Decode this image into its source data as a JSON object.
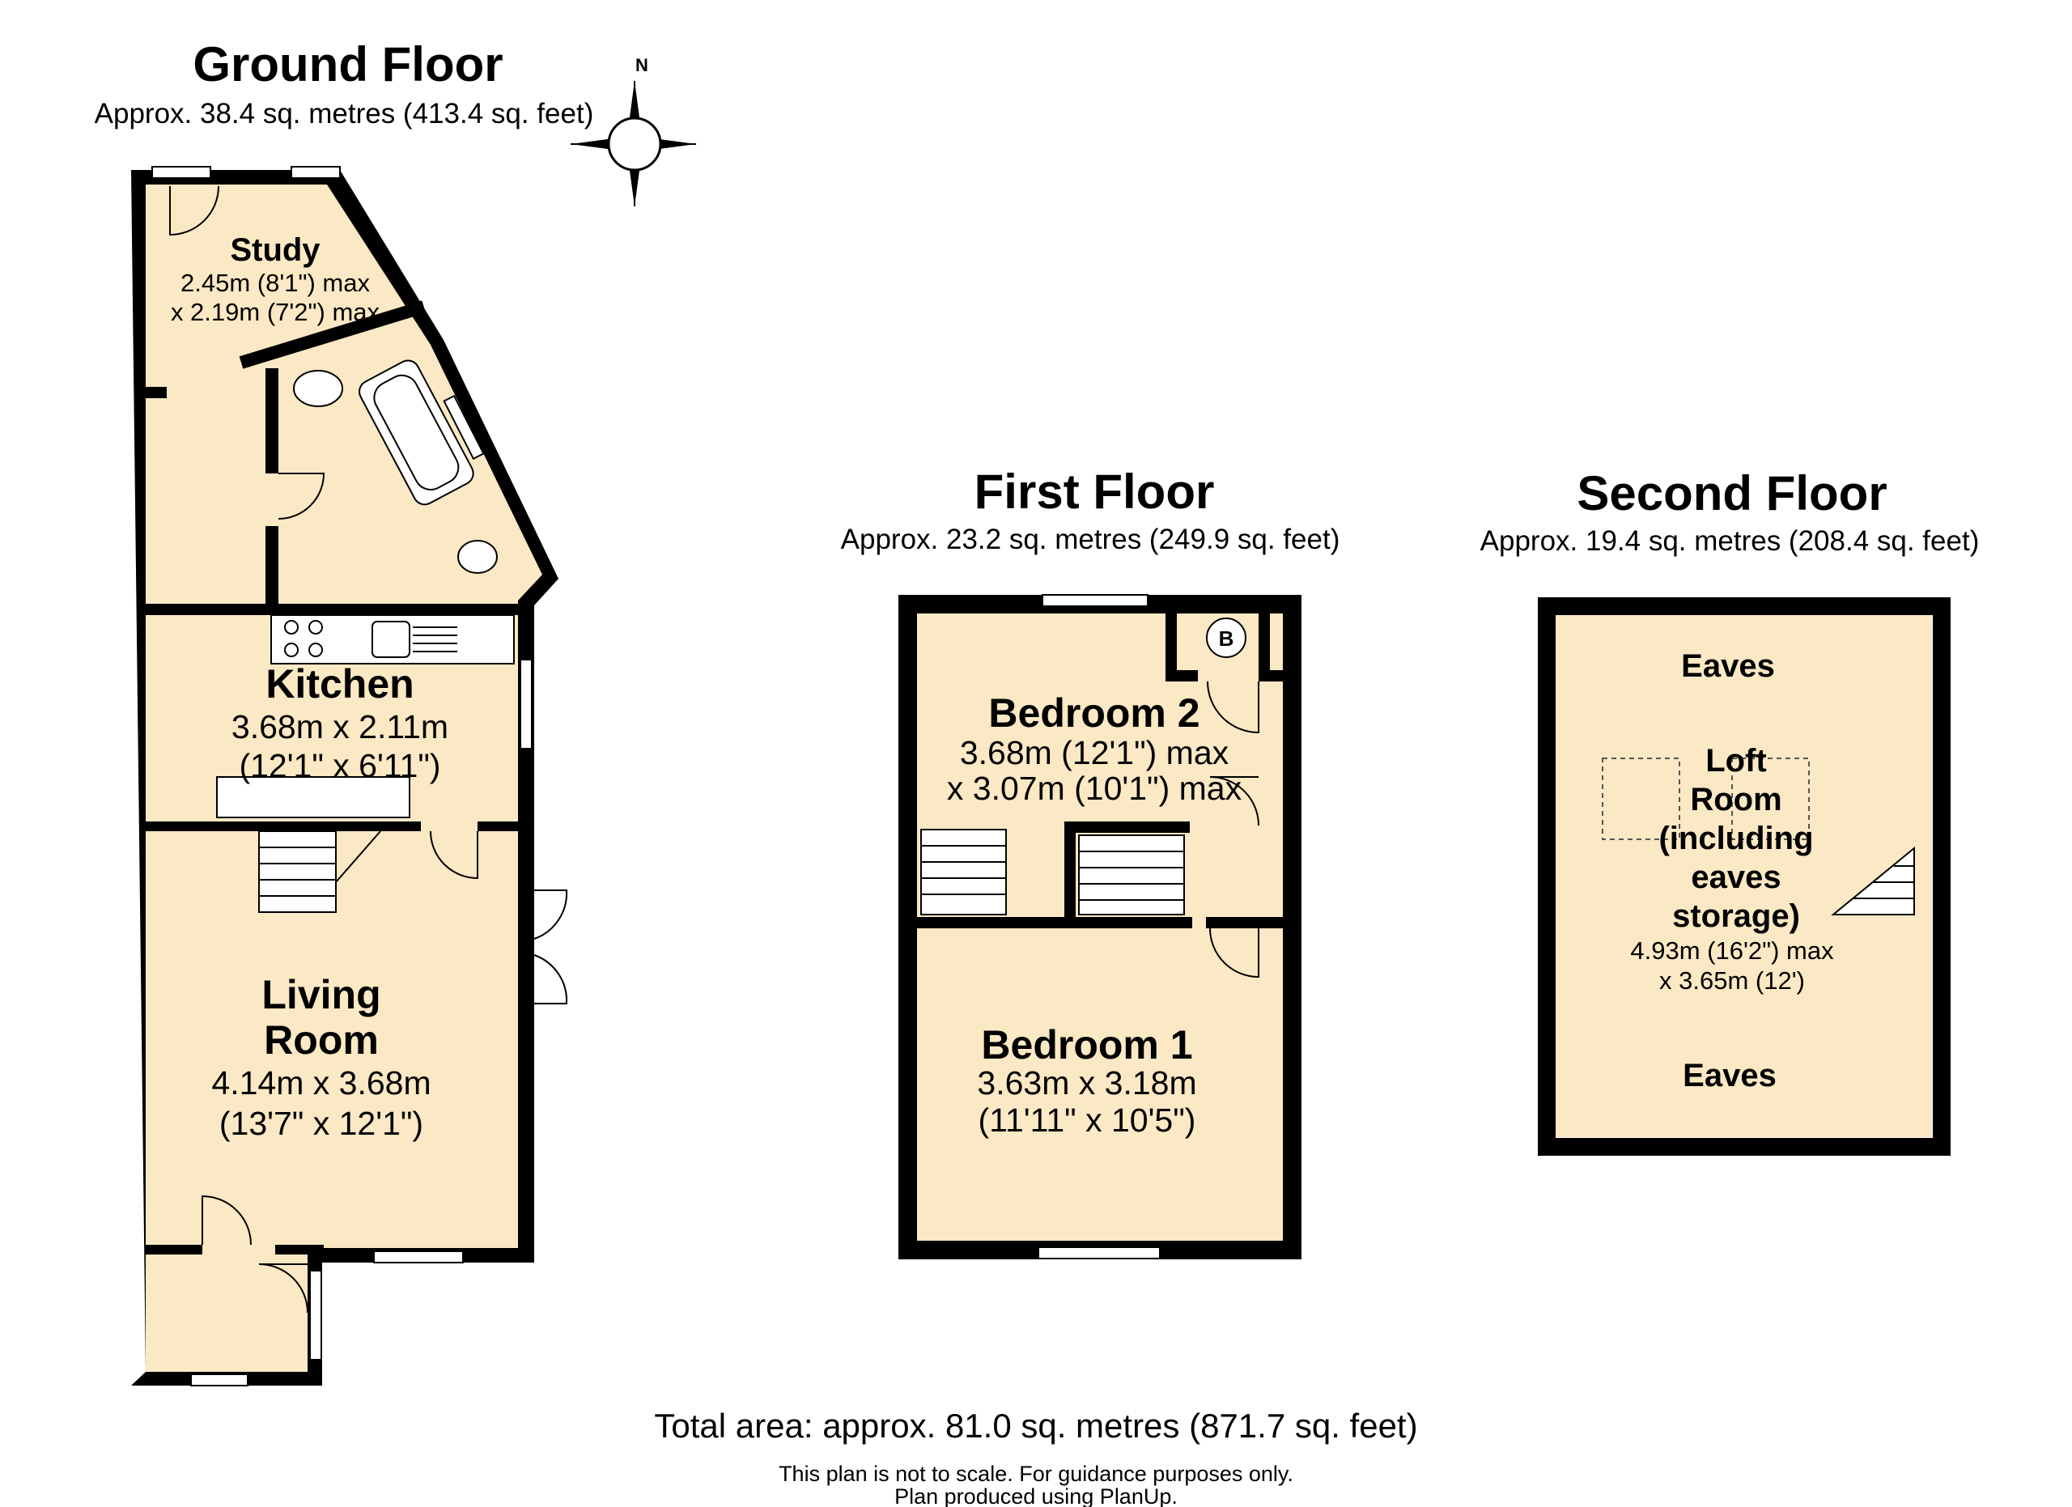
{
  "ground_floor": {
    "title": "Ground Floor",
    "area": "Approx. 38.4 sq. metres (413.4 sq. feet)",
    "rooms": {
      "study": {
        "name": "Study",
        "dim1": "2.45m (8'1\") max",
        "dim2": "x 2.19m (7'2\") max"
      },
      "kitchen": {
        "name": "Kitchen",
        "dim1": "3.68m x 2.11m",
        "dim2": "(12'1\" x 6'11\")"
      },
      "living_room": {
        "name1": "Living",
        "name2": "Room",
        "dim1": "4.14m x 3.68m",
        "dim2": "(13'7\" x 12'1\")"
      }
    }
  },
  "first_floor": {
    "title": "First Floor",
    "area": "Approx. 23.2 sq. metres (249.9 sq. feet)",
    "boiler_label": "B",
    "rooms": {
      "bedroom2": {
        "name": "Bedroom 2",
        "dim1": "3.68m (12'1\") max",
        "dim2": "x 3.07m (10'1\") max"
      },
      "bedroom1": {
        "name": "Bedroom 1",
        "dim1": "3.63m x 3.18m",
        "dim2": "(11'11\" x 10'5\")"
      }
    }
  },
  "second_floor": {
    "title": "Second Floor",
    "area": "Approx. 19.4 sq. metres (208.4 sq. feet)",
    "eaves_top": "Eaves",
    "eaves_bottom": "Eaves",
    "loft": {
      "name_lines": [
        "Loft",
        "Room",
        "(including",
        "eaves",
        "storage)"
      ],
      "dim1": "4.93m (16'2\") max",
      "dim2": "x 3.65m (12')"
    }
  },
  "compass": {
    "label": "N"
  },
  "total_area": "Total area: approx. 81.0 sq. metres (871.7 sq. feet)",
  "disclaimer": "This plan is not to scale. For guidance purposes only.",
  "produced_by": "Plan produced using PlanUp."
}
